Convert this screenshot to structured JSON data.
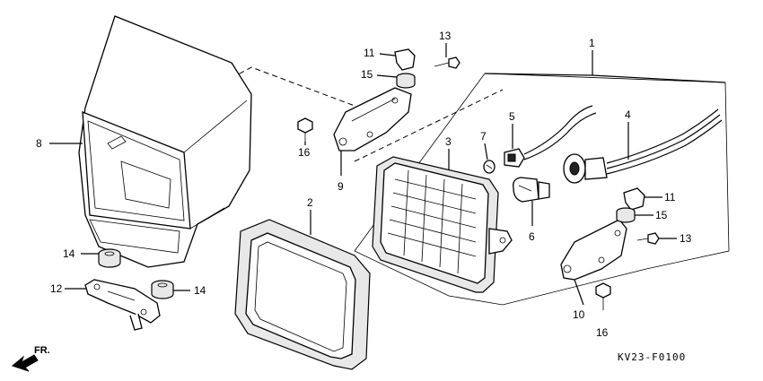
{
  "callouts": {
    "c1": "1",
    "c2": "2",
    "c3": "3",
    "c4": "4",
    "c5": "5",
    "c6": "6",
    "c7": "7",
    "c8": "8",
    "c9": "9",
    "c10": "10",
    "c11a": "11",
    "c11b": "11",
    "c12": "12",
    "c13a": "13",
    "c13b": "13",
    "c14a": "14",
    "c14b": "14",
    "c15a": "15",
    "c15b": "15",
    "c16a": "16",
    "c16b": "16"
  },
  "direction_label": "FR.",
  "diagram_code": "KV23-F0100",
  "colors": {
    "line": "#000000",
    "background": "#ffffff"
  }
}
